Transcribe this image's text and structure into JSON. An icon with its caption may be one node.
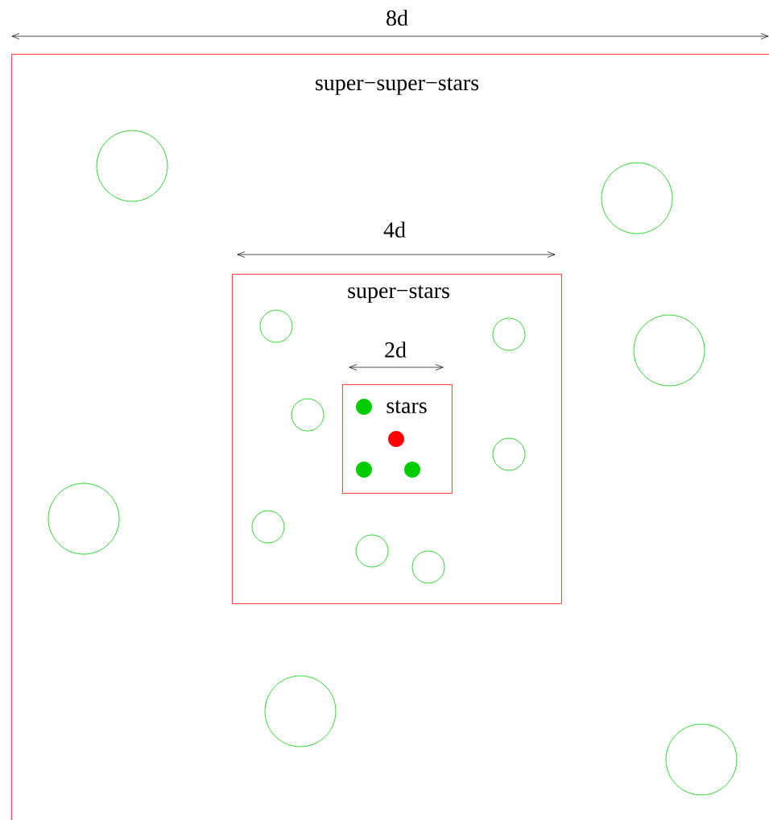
{
  "diagram": {
    "nodes": [
      {
        "text": [
          "super−super−stars"
        ]
      },
      {
        "text": [],
        "shape": "circle",
        "in": 0
      },
      {
        "text": [],
        "shape": "circle",
        "in": 0
      },
      {
        "text": [
          "super−stars"
        ],
        "in": 0
      },
      {
        "text": [],
        "shape": "circle",
        "in": 3
      },
      {
        "text": [],
        "shape": "circle",
        "in": 3
      },
      {
        "text": [],
        "shape": "circle",
        "in": 0
      },
      {
        "text": [
          "stars"
        ],
        "in": 3
      },
      {
        "text": [],
        "shape": "dot",
        "in": 7
      },
      {
        "text": [],
        "shape": "circle",
        "in": 3
      },
      {
        "text": [],
        "shape": "dot",
        "in": 7
      },
      {
        "text": [],
        "shape": "circle",
        "in": 3
      },
      {
        "text": [],
        "shape": "dot",
        "in": 7
      },
      {
        "text": [],
        "shape": "dot",
        "in": 7
      },
      {
        "text": [],
        "shape": "circle",
        "in": 0
      },
      {
        "text": [],
        "shape": "circle",
        "in": 3
      },
      {
        "text": [],
        "shape": "circle",
        "in": 3
      },
      {
        "text": [],
        "shape": "circle",
        "in": 3
      },
      {
        "text": [],
        "shape": "circle",
        "in": 0
      },
      {
        "text": [],
        "shape": "circle",
        "in": 0
      }
    ],
    "labels": [
      "8d",
      "4d",
      "2d"
    ]
  }
}
